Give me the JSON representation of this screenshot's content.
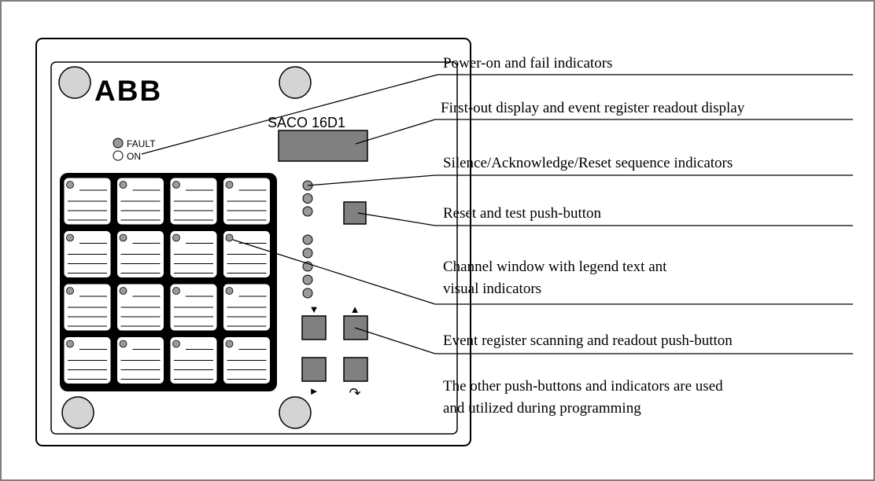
{
  "panel": {
    "brand": "ABB",
    "model": "SACO 16D1",
    "indicators": {
      "fault_label": "FAULT",
      "on_label": "ON"
    },
    "channel_rows": 4,
    "channel_cols": 4,
    "sequence_led_count": 3,
    "scan_led_count": 5,
    "glyphs": {
      "down": "▼",
      "up": "▲",
      "right": "►",
      "rotate": "↷"
    },
    "colors": {
      "button_fill": "#808080",
      "display_fill": "#808080",
      "led_fill": "#9a9a9a",
      "grid_fill": "#000000"
    }
  },
  "callouts": [
    {
      "id": "power-on-fail",
      "lines": [
        "Power-on and fail indicators"
      ]
    },
    {
      "id": "first-out-display",
      "lines": [
        "First-out display and event register readout display"
      ]
    },
    {
      "id": "sequence-indicators",
      "lines": [
        "Silence/Acknowledge/Reset sequence indicators"
      ]
    },
    {
      "id": "reset-test",
      "lines": [
        "Reset and test push-button"
      ]
    },
    {
      "id": "channel-window",
      "lines": [
        "Channel window with legend text ant",
        "visual indicators"
      ]
    },
    {
      "id": "event-scan",
      "lines": [
        "Event register scanning and readout push-button"
      ]
    },
    {
      "id": "other-buttons",
      "lines": [
        "The other push-buttons and indicators are used",
        "and utilized during programming"
      ]
    }
  ]
}
